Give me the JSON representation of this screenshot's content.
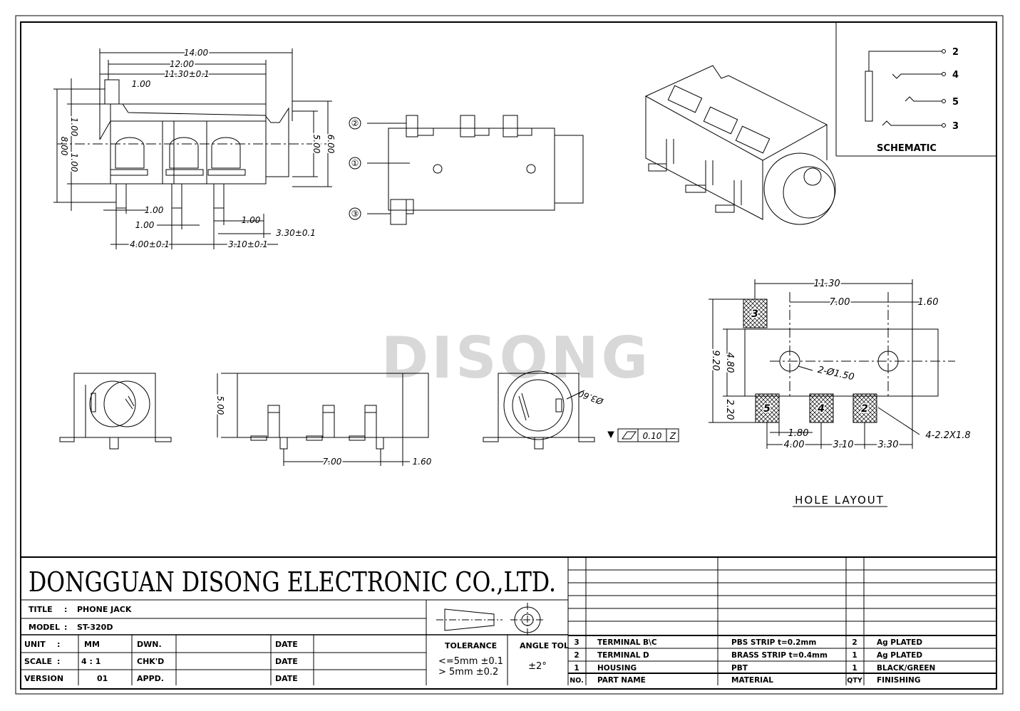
{
  "watermark": "DISONG",
  "company": "DONGGUAN DISONG ELECTRONIC CO.,LTD.",
  "title_label": "TITLE",
  "title_colon": ":",
  "title_value": "PHONE JACK",
  "model_label": "MODEL",
  "model_colon": ":",
  "model_value": "ST-320D",
  "unit_label": "UNIT",
  "unit_colon": ":",
  "unit_value": "MM",
  "scale_label": "SCALE",
  "scale_colon": ":",
  "scale_value": "4 : 1",
  "version_label": "VERSION",
  "version_value": "01",
  "dwn_label": "DWN.",
  "chkd_label": "CHK'D",
  "appd_label": "APPD.",
  "date_label": "DATE",
  "tolerance_label": "TOLERANCE",
  "tolerance_line1": "<=5mm  ±0.1",
  "tolerance_line2": "> 5mm  ±0.2",
  "angle_tol_label": "ANGLE TOL",
  "angle_tol_value": "±2°",
  "schematic_label": "SCHEMATIC",
  "schematic_pins": [
    "2",
    "4",
    "5",
    "3"
  ],
  "hole_layout_label": "HOLE LAYOUT",
  "bom": {
    "rows": [
      {
        "no": "3",
        "part": "TERMINAL B\\C",
        "material": "PBS STRIP   t=0.2mm",
        "qty": "2",
        "finish": "Ag PLATED"
      },
      {
        "no": "2",
        "part": "TERMINAL D",
        "material": "BRASS STRIP   t=0.4mm",
        "qty": "1",
        "finish": "Ag PLATED"
      },
      {
        "no": "1",
        "part": "HOUSING",
        "material": "PBT",
        "qty": "1",
        "finish": "BLACK/GREEN"
      }
    ],
    "header": {
      "no": "NO.",
      "part": "PART  NAME",
      "material": "MATERIAL",
      "qty": "QTY",
      "finish": "FINISHING"
    }
  },
  "side_view_dims": {
    "d14": "14.00",
    "d12": "12.00",
    "d1130": "11.30±0.1",
    "d100a": "1.00",
    "d800": "8.00",
    "d100b": "1.00",
    "d100c": "1.00",
    "d500": "5.00",
    "d600": "6.00",
    "d100d": "1.00",
    "d100e": "1.00",
    "d100f": "1.00",
    "d330": "3.30±0.1",
    "d400": "4.00±0.1",
    "d310": "3.10±0.1"
  },
  "top_view_callouts": [
    "②",
    "①",
    "③"
  ],
  "front_dims": {
    "d500": "5.00",
    "d700": "7.00",
    "d160": "1.60",
    "phi": "Ø3.60",
    "flat": "0.10",
    "flat_ref": "Z"
  },
  "hole_dims": {
    "d1130": "11.30",
    "d700": "7.00",
    "d160": "1.60",
    "d920": "9.20",
    "d480": "4.80",
    "d220": "2.20",
    "holes": "2-Ø1.50",
    "d180": "1.80",
    "d400": "4.00",
    "d310": "3.10",
    "d330": "3.30",
    "pads": "4-2.2X1.8"
  },
  "pad_labels": [
    "3",
    "5",
    "4",
    "2"
  ]
}
